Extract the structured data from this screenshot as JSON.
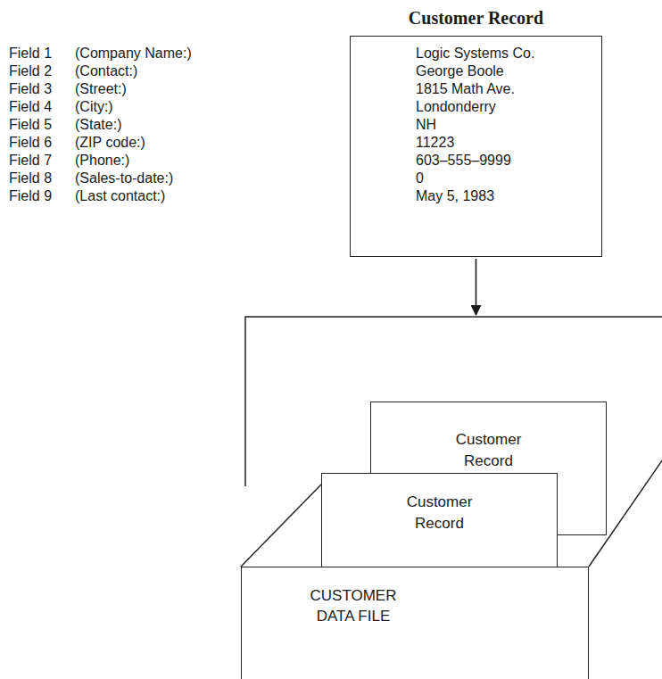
{
  "diagram": {
    "nodes": [
      {
        "text": [
          "Customer Record",
          "Logic Systems Co.",
          "George Boole",
          "1815 Math Ave.",
          "Londonderry",
          "NH",
          "11223",
          "603–555–9999",
          "0",
          "May 5, 1983"
        ]
      },
      {
        "text": [
          "CUSTOMER DATA FILE"
        ]
      },
      {
        "text": [
          "Customer Record"
        ],
        "in": 1
      },
      {
        "text": [
          "Customer Record"
        ],
        "in": 1
      }
    ],
    "edges": [
      {
        "from": 0,
        "to": 1,
        "arrow": "to"
      }
    ],
    "labels": [
      "Field 1",
      "(Company Name:)",
      "Field 2",
      "(Contact:)",
      "Field 3",
      "(Street:)",
      "Field 4",
      "(City:)",
      "Field 5",
      "(State:)",
      "Field 6",
      "(ZIP code:)",
      "Field 7",
      "(Phone:)",
      "Field 8",
      "(Sales-to-date:)",
      "Field 9",
      "(Last contact:)"
    ]
  }
}
